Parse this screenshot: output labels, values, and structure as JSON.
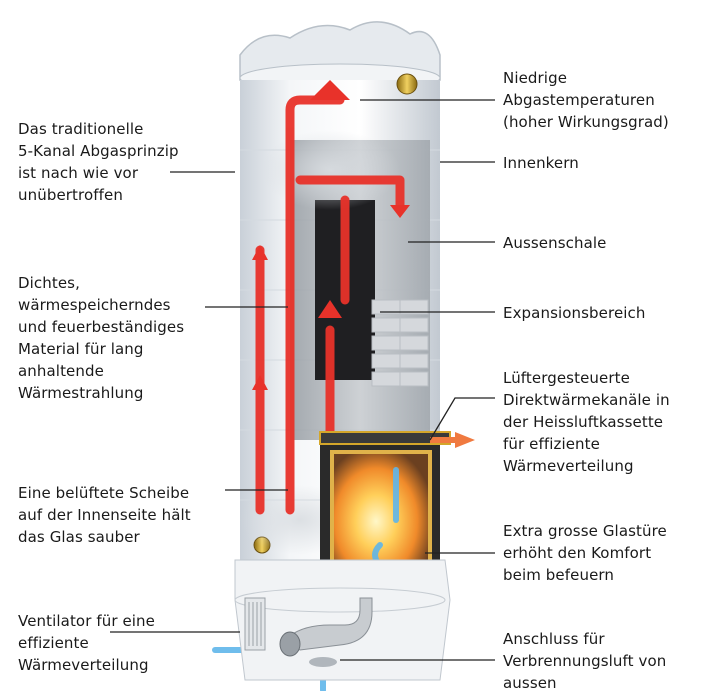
{
  "colors": {
    "accent_red": "#e8322a",
    "shell_white": "#eef1f4",
    "leader_line": "#222222",
    "air_blue": "#5fb6ea",
    "brass": "#c9a227"
  },
  "labels_left": [
    {
      "id": "five-channel",
      "text": "Das traditionelle\n5-Kanal Abgasprinzip\nist nach wie vor\nunübertroffen"
    },
    {
      "id": "material",
      "text": "Dichtes,\nwärmespeicherndes\nund feuerbeständiges\nMaterial für lang\nanhaltende\nWärmestrahlung"
    },
    {
      "id": "ventilated-pane",
      "text": "Eine belüftete Scheibe\nauf der Innenseite hält\ndas Glas sauber"
    },
    {
      "id": "fan",
      "text": "Ventilator für eine\neffiziente\nWärmeverteilung"
    }
  ],
  "labels_right": [
    {
      "id": "exhaust-temp",
      "text": "Niedrige\nAbgastemperaturen\n(hoher Wirkungsgrad)"
    },
    {
      "id": "inner-core",
      "text": "Innenkern"
    },
    {
      "id": "outer-shell",
      "text": "Aussenschale"
    },
    {
      "id": "expansion",
      "text": "Expansionsbereich"
    },
    {
      "id": "fan-channels",
      "text": "Lüftergesteuerte\nDirektwärmekanäle in\nder Heissluftkassette\nfür effiziente\nWärmeverteilung"
    },
    {
      "id": "glass-door",
      "text": "Extra grosse Glastüre\nerhöht den Komfort\nbeim befeuern"
    },
    {
      "id": "combustion-air",
      "text": "Anschluss für\nVerbrennungsluft von\naussen"
    }
  ]
}
